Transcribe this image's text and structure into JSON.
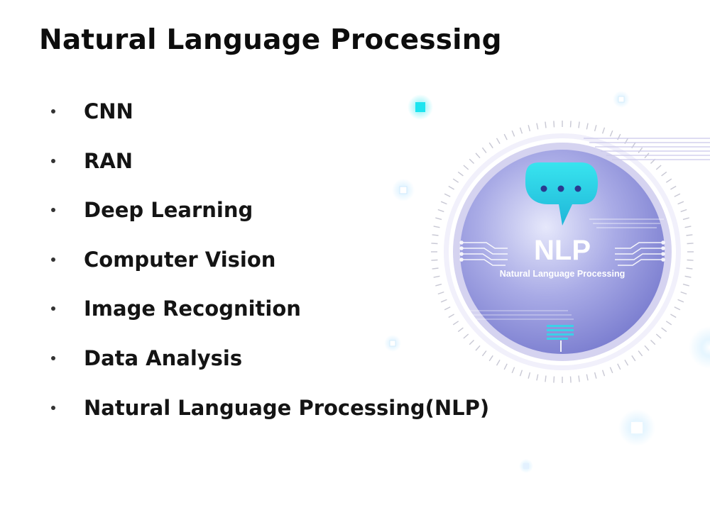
{
  "slide": {
    "title": "Natural Language Processing",
    "bullets": [
      "CNN",
      "RAN",
      "Deep Learning",
      "Computer Vision",
      "Image Recognition",
      "Data Analysis",
      "Natural Language Processing(NLP)"
    ]
  },
  "illustration": {
    "badge_title": "NLP",
    "badge_subtitle": "Natural Language Processing",
    "icon": "chat-bubble-icon",
    "colors": {
      "circle_fill": "#8b8ed6",
      "ring": "#c9c6ec",
      "bubble": "#2fd3e6",
      "bubble_dots": "#2a3a8f",
      "glow": "#22e6f0"
    }
  }
}
